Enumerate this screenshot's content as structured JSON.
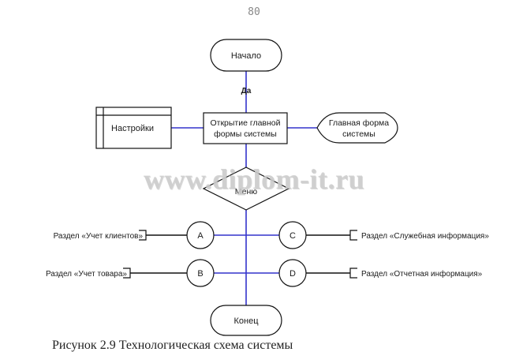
{
  "page_number": "80",
  "watermark": "www.diplom-it.ru",
  "caption": "Рисунок 2.9 Технологическая схема системы",
  "colors": {
    "connector": "#3333cc",
    "outline": "#111111"
  },
  "diagram": {
    "start": "Начало",
    "yes_label": "Да",
    "open_main": [
      "Открытие главной",
      "формы системы"
    ],
    "settings": "Настройки",
    "main_form": [
      "Главная форма",
      "системы"
    ],
    "decision": "Меню",
    "node_a": "A",
    "node_b": "B",
    "node_c": "C",
    "node_d": "D",
    "section_clients": "Раздел «Учет клиентов»",
    "section_goods": "Раздел «Учет товара»",
    "section_service": "Раздел «Служебная информация»",
    "section_reports": "Раздел «Отчетная информация»",
    "end": "Конец"
  }
}
